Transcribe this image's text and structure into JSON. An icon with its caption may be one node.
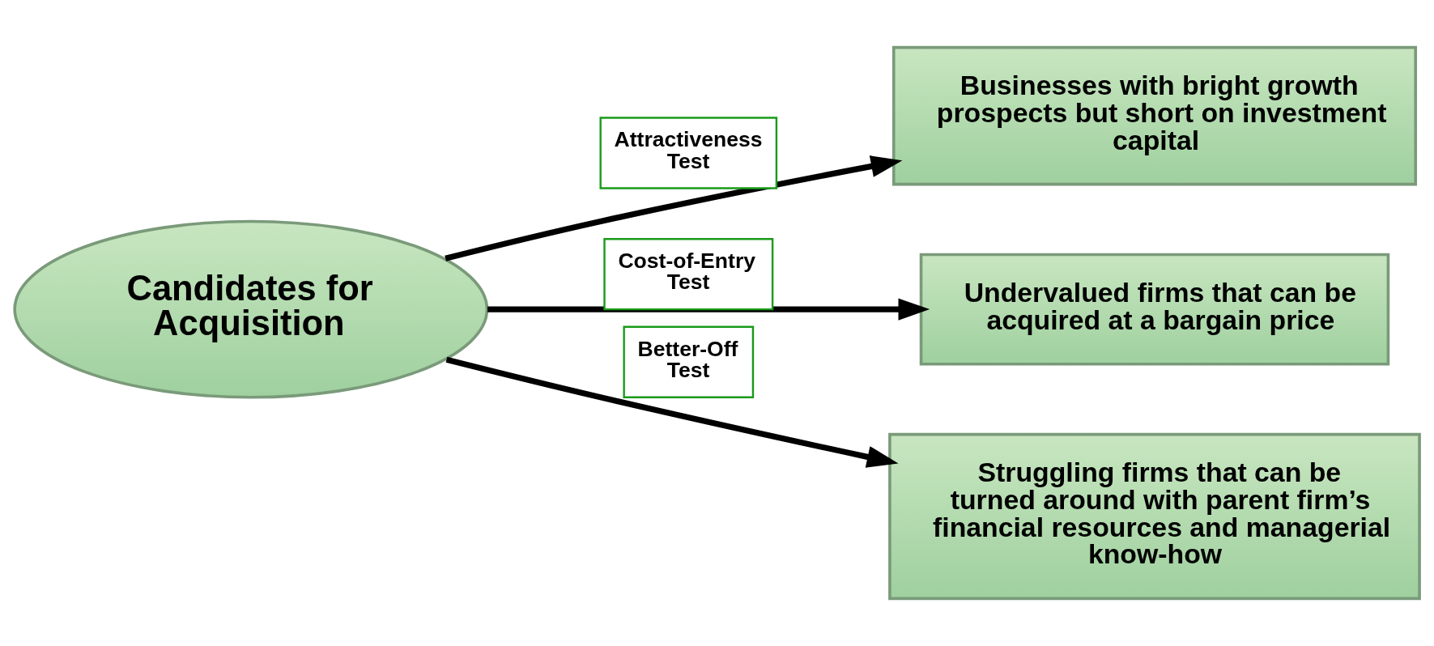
{
  "diagram": {
    "nodes": [
      {
        "text": [
          "Candidates for Acquisition"
        ]
      },
      {
        "text": [
          "Businesses with bright growth prospects but short on investment capital"
        ]
      },
      {
        "text": [
          "Undervalued firms that can be acquired at a bargain price"
        ]
      },
      {
        "text": [
          "Struggling firms that can be turned around with parent firm’s financial resources and managerial know-how"
        ]
      }
    ],
    "edges": [
      {
        "from": 0,
        "to": 1,
        "arrow": "to",
        "label": "Attractiveness Test"
      },
      {
        "from": 0,
        "to": 2,
        "arrow": "to",
        "label": "Cost-of-Entry Test"
      },
      {
        "from": 0,
        "to": 3,
        "arrow": "to",
        "label": "Better-Off Test"
      }
    ]
  }
}
